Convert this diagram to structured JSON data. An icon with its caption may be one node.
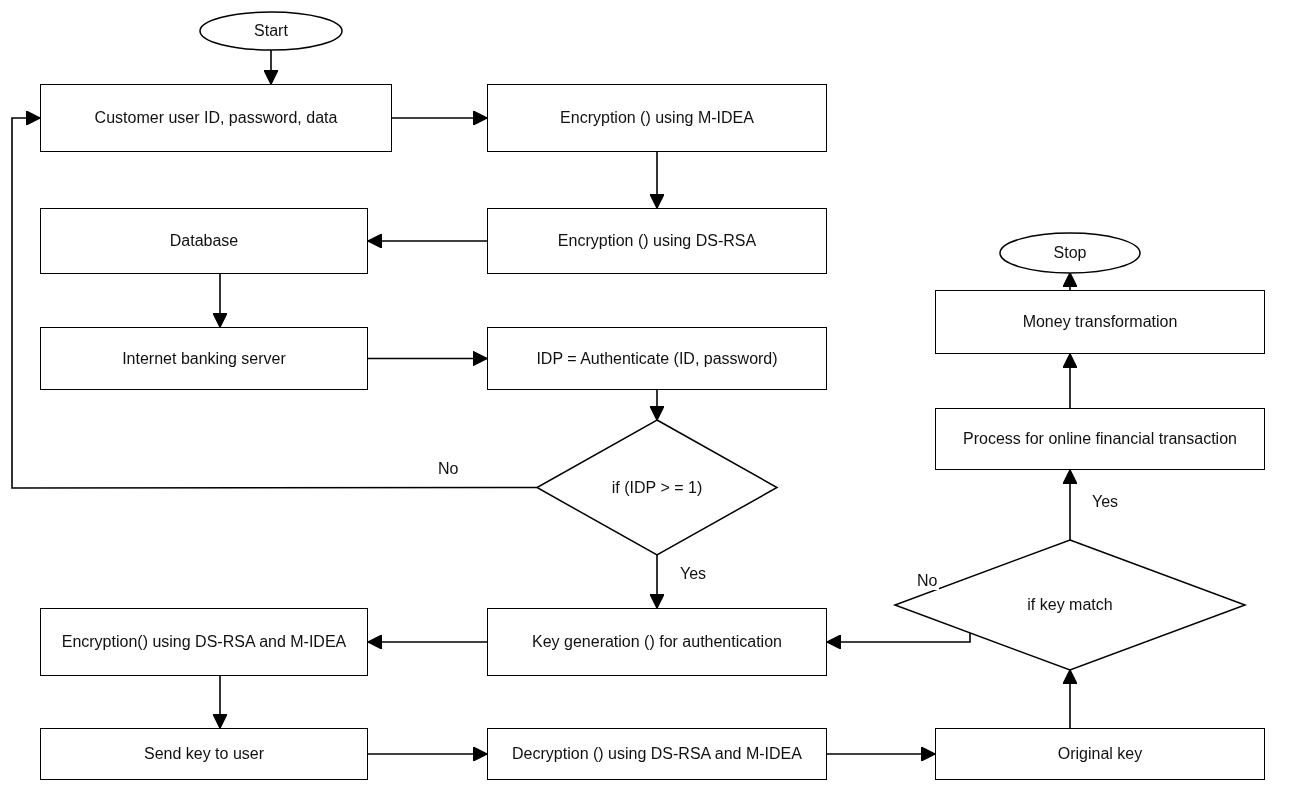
{
  "diagram": {
    "nodes": [
      {
        "text": [
          "Start"
        ]
      },
      {
        "text": [
          "Customer user ID, password, data"
        ]
      },
      {
        "text": [
          "Encryption () using M-IDEA"
        ]
      },
      {
        "text": [
          "Database"
        ]
      },
      {
        "text": [
          "Encryption () using DS-RSA"
        ]
      },
      {
        "text": [
          "Internet banking server"
        ]
      },
      {
        "text": [
          "IDP = Authenticate (ID, password)"
        ]
      },
      {
        "text": [
          "if (IDP > = 1)"
        ]
      },
      {
        "text": [
          "Encryption() using DS-RSA and M-IDEA"
        ]
      },
      {
        "text": [
          "Key generation () for authentication"
        ]
      },
      {
        "text": [
          "Send key to user"
        ]
      },
      {
        "text": [
          "Decryption () using DS-RSA and M-IDEA"
        ]
      },
      {
        "text": [
          "Original key"
        ]
      },
      {
        "text": [
          "if key match"
        ]
      },
      {
        "text": [
          "Process for online financial transaction"
        ]
      },
      {
        "text": [
          "Money transformation"
        ]
      },
      {
        "text": [
          "Stop"
        ]
      }
    ],
    "edges": [
      {
        "from": 0,
        "to": 1,
        "arrow": "to"
      },
      {
        "from": 1,
        "to": 2,
        "arrow": "to"
      },
      {
        "from": 2,
        "to": 4,
        "arrow": "to"
      },
      {
        "from": 4,
        "to": 3,
        "arrow": "to"
      },
      {
        "from": 3,
        "to": 5,
        "arrow": "to"
      },
      {
        "from": 5,
        "to": 6,
        "arrow": "to"
      },
      {
        "from": 6,
        "to": 7,
        "arrow": "to"
      },
      {
        "from": 7,
        "to": 1,
        "arrow": "to",
        "label": "No"
      },
      {
        "from": 7,
        "to": 9,
        "arrow": "to",
        "label": "Yes"
      },
      {
        "from": 9,
        "to": 8,
        "arrow": "to"
      },
      {
        "from": 8,
        "to": 10,
        "arrow": "to"
      },
      {
        "from": 10,
        "to": 11,
        "arrow": "to"
      },
      {
        "from": 11,
        "to": 12,
        "arrow": "to"
      },
      {
        "from": 12,
        "to": 13,
        "arrow": "to"
      },
      {
        "from": 13,
        "to": 9,
        "arrow": "to",
        "label": "No"
      },
      {
        "from": 13,
        "to": 14,
        "arrow": "to",
        "label": "Yes"
      },
      {
        "from": 14,
        "to": 15,
        "arrow": "to"
      },
      {
        "from": 15,
        "to": 16,
        "arrow": "to"
      }
    ]
  }
}
